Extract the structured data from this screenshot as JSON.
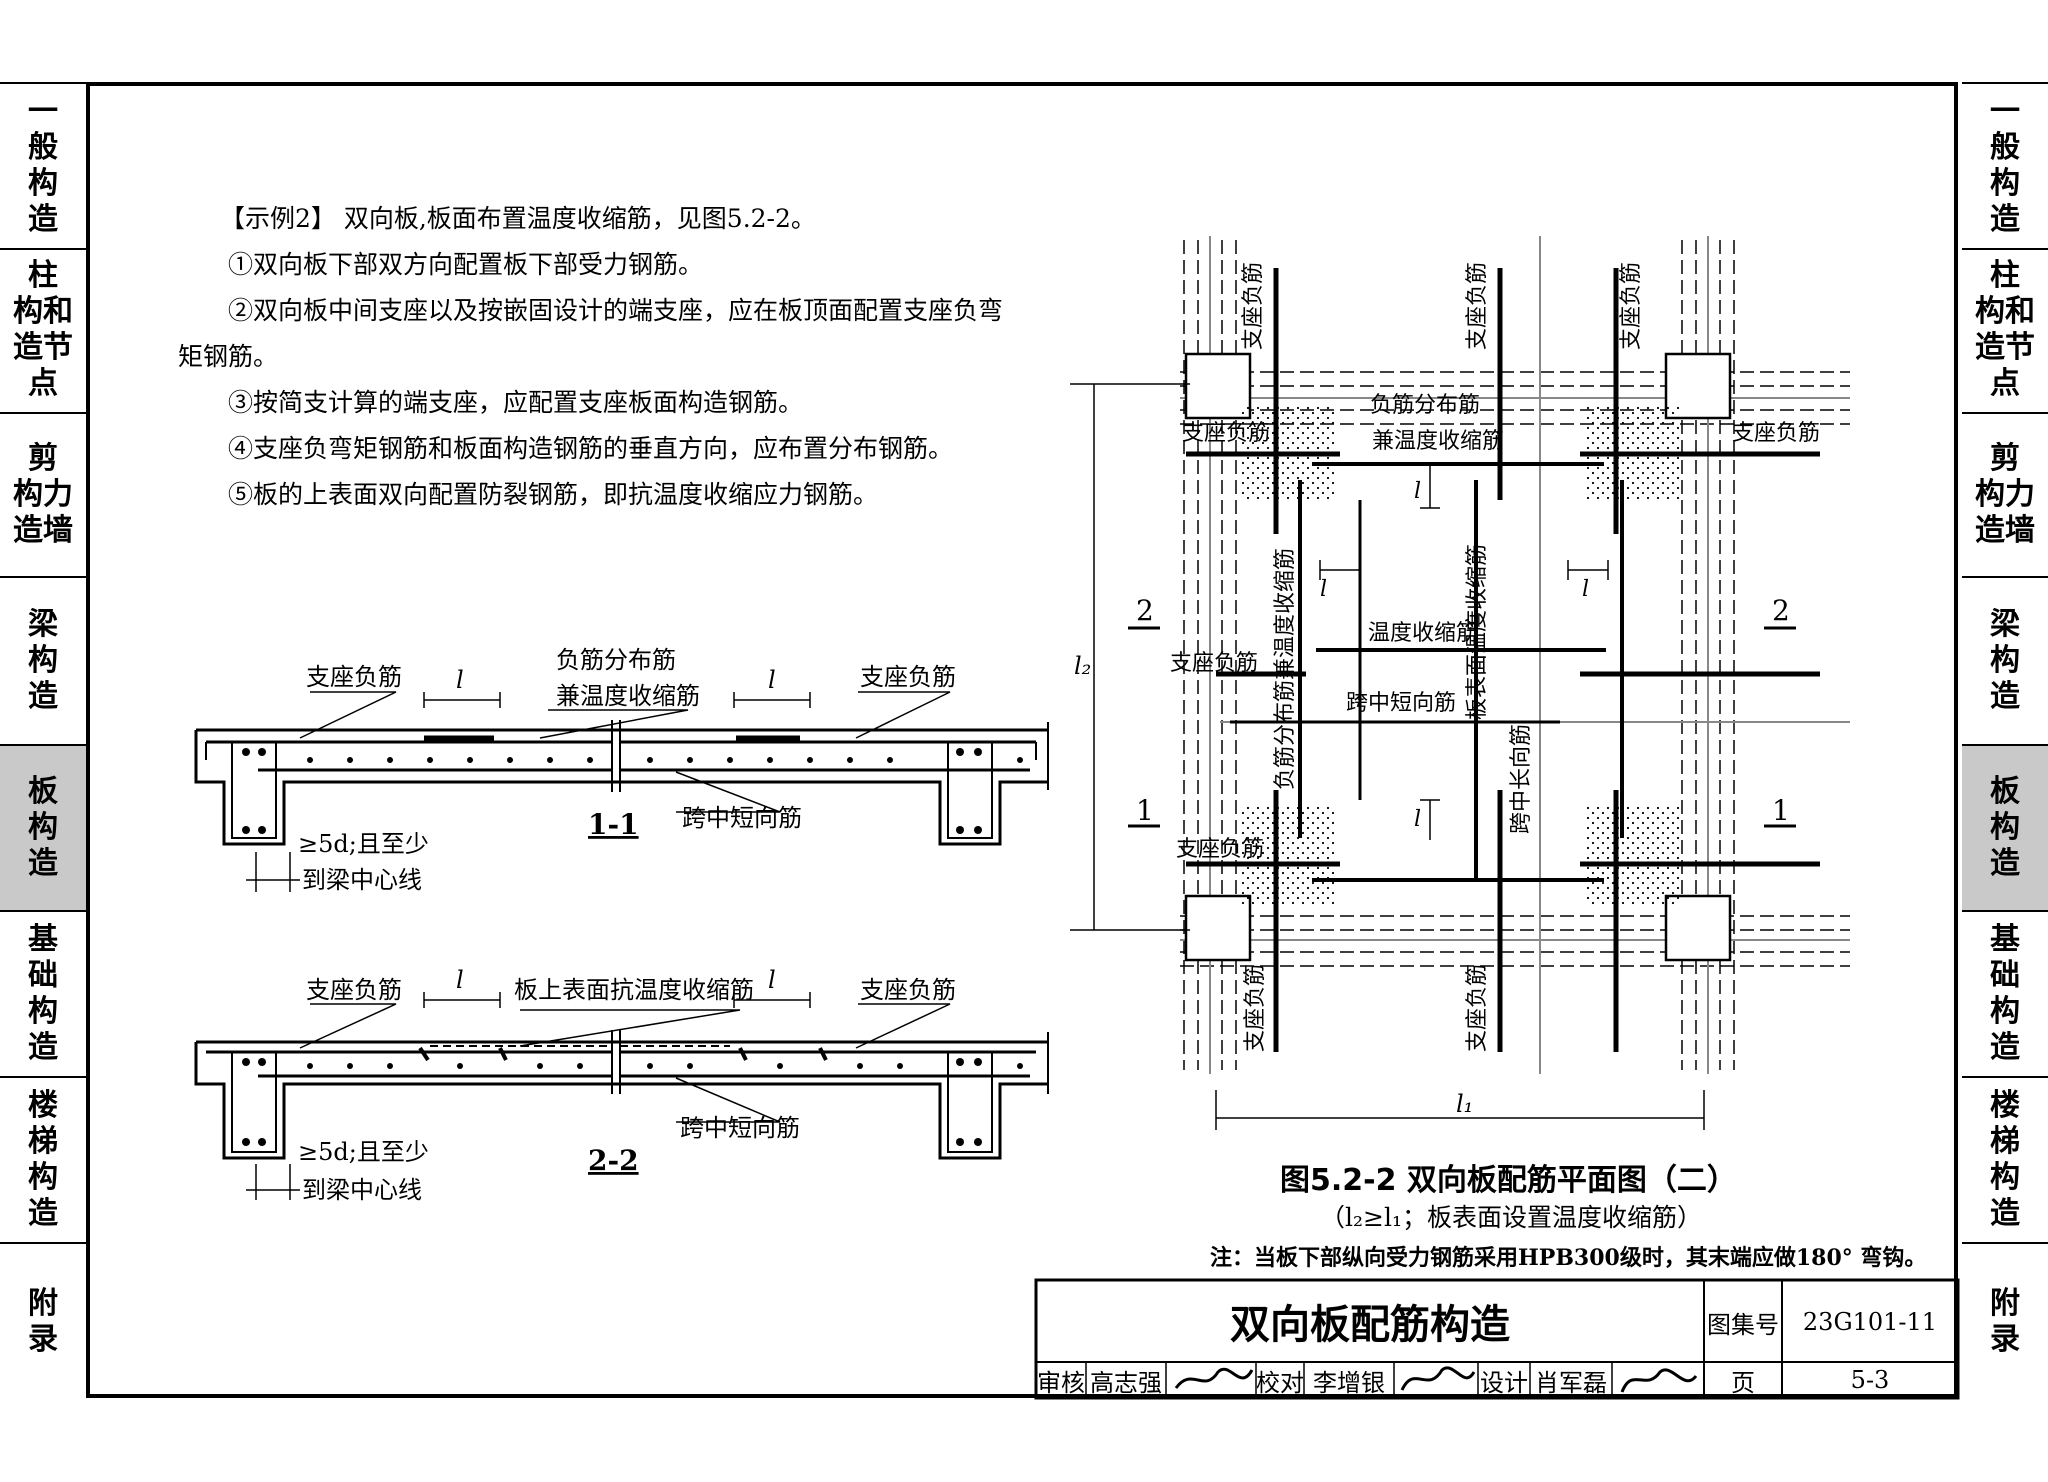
{
  "side_tabs": [
    {
      "label": "一\n般\n构\n造",
      "active": false
    },
    {
      "label": "柱\n构和\n造节\n点",
      "active": false
    },
    {
      "label": "剪\n构力\n造墙",
      "active": false
    },
    {
      "label": "梁\n构\n造",
      "active": false
    },
    {
      "label": "板\n构\n造",
      "active": true
    },
    {
      "label": "基\n础\n构\n造",
      "active": false
    },
    {
      "label": "楼\n梯\n构\n造",
      "active": false
    },
    {
      "label": "附\n录",
      "active": false
    }
  ],
  "intro": {
    "line1": "【示例2】 双向板,板面布置温度收缩筋，见图5.2-2。",
    "line2": "①双向板下部双方向配置板下部受力钢筋。",
    "line3": "②双向板中间支座以及按嵌固设计的端支座，应在板顶面配置支座负弯",
    "line3b": "矩钢筋。",
    "line4": "③按简支计算的端支座，应配置支座板面构造钢筋。",
    "line5": "④支座负弯矩钢筋和板面构造钢筋的垂直方向，应布置分布钢筋。",
    "line6": "⑤板的上表面双向配置防裂钢筋，即抗温度收缩应力钢筋。"
  },
  "section1": {
    "label_support_left": "支座负筋",
    "label_ll_left": "l",
    "label_dist1": "负筋分布筋",
    "label_dist2": "兼温度收缩筋",
    "label_ll_right": "l",
    "label_support_right": "支座负筋",
    "section_mark": "1-1",
    "label_midspan": "跨中短向筋",
    "note1": "≥5d;且至少",
    "note2": "到梁中心线"
  },
  "section2": {
    "label_support_left": "支座负筋",
    "label_ll_left": "l",
    "label_temp": "板上表面抗温度收缩筋",
    "label_ll_right": "l",
    "label_support_right": "支座负筋",
    "section_mark": "2-2",
    "label_midspan": "跨中短向筋",
    "note1": "≥5d;且至少",
    "note2": "到梁中心线"
  },
  "plan": {
    "support_neg": "支座负筋",
    "dist_temp1": "负筋分布筋",
    "dist_temp2": "兼温度收缩筋",
    "temp": "温度收缩筋",
    "mid_short": "跨中短向筋",
    "mid_long": "跨中长向筋",
    "vert_dist": "负筋分布筋兼温度收缩筋",
    "surface_temp": "板表面温度收缩筋",
    "l2": "l₂",
    "l1": "l₁",
    "ll": "l",
    "mark2": "2",
    "mark1": "1"
  },
  "figure": {
    "caption": "图5.2-2 双向板配筋平面图（二）",
    "subcaption": "（l₂≥l₁；板表面设置温度收缩筋）",
    "note": "注：当板下部纵向受力钢筋采用HPB300级时，其末端应做180° 弯钩。"
  },
  "title_block": {
    "title": "双向板配筋构造",
    "atlas_label": "图集号",
    "atlas_no": "23G101-11",
    "review_label": "审核",
    "reviewer": "高志强",
    "check_label": "校对",
    "checker": "李增银",
    "design_label": "设计",
    "designer": "肖军磊",
    "page_label": "页",
    "page_no": "5-3"
  }
}
